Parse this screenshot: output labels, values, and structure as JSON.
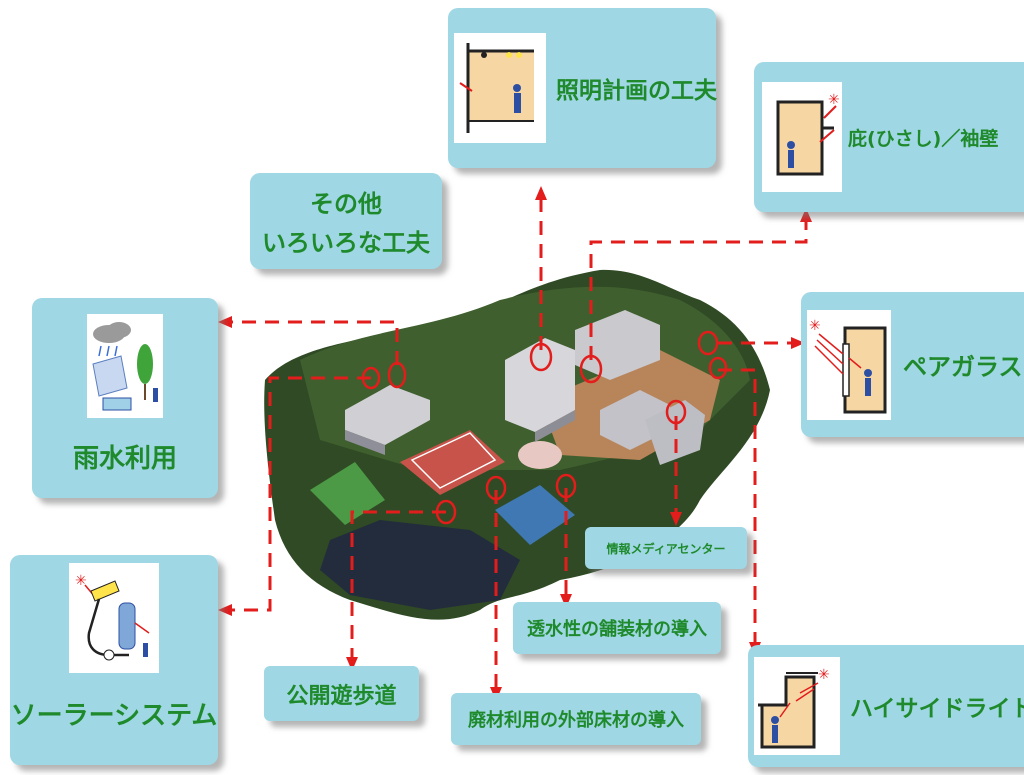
{
  "features": {
    "lighting": "照明計画の工夫",
    "eaves": "庇(ひさし)／袖壁",
    "other_line1": "その他",
    "other_line2": "いろいろな工夫",
    "rain": "雨水利用",
    "pair_glass": "ペアガラス",
    "info_center": "情報メディアセンター",
    "permeable": "透水性の舗装材の導入",
    "solar": "ソーラーシステム",
    "walkway": "公開遊歩道",
    "recycled": "廃材利用の外部床材の導入",
    "highside": "ハイサイドライト"
  }
}
